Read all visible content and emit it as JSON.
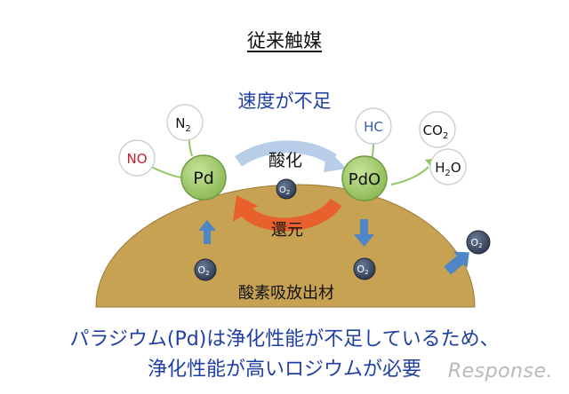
{
  "title": "従来触媒",
  "subtitle": "速度が不足",
  "labels": {
    "oxidation": "酸化",
    "reduction": "還元",
    "material": "酸素吸放出材"
  },
  "circles": {
    "pd": "Pd",
    "pdo": "PdO",
    "no": "NO",
    "n2": "N",
    "n2_sub": "2",
    "hc": "HC",
    "co2": "CO",
    "co2_sub": "2",
    "h2o_h": "H",
    "h2o_sub": "2",
    "h2o_o": "O",
    "o2": "O",
    "o2_sub": "2"
  },
  "caption": {
    "line1": "パラジウム(Pd)は浄化性能が不足しているため、",
    "line2": "浄化性能が高いロジウムが必要"
  },
  "watermark": "Response.",
  "colors": {
    "mound": "#c7a253",
    "pd_ball": "#a9cf74",
    "o2_ball": "#40506b",
    "arrow_blue": "#4f86c6",
    "arrow_red": "#e8602c",
    "text_blue": "#1f3fa3",
    "no_red": "#c0232b",
    "hc_blue": "#2f5fb0"
  }
}
